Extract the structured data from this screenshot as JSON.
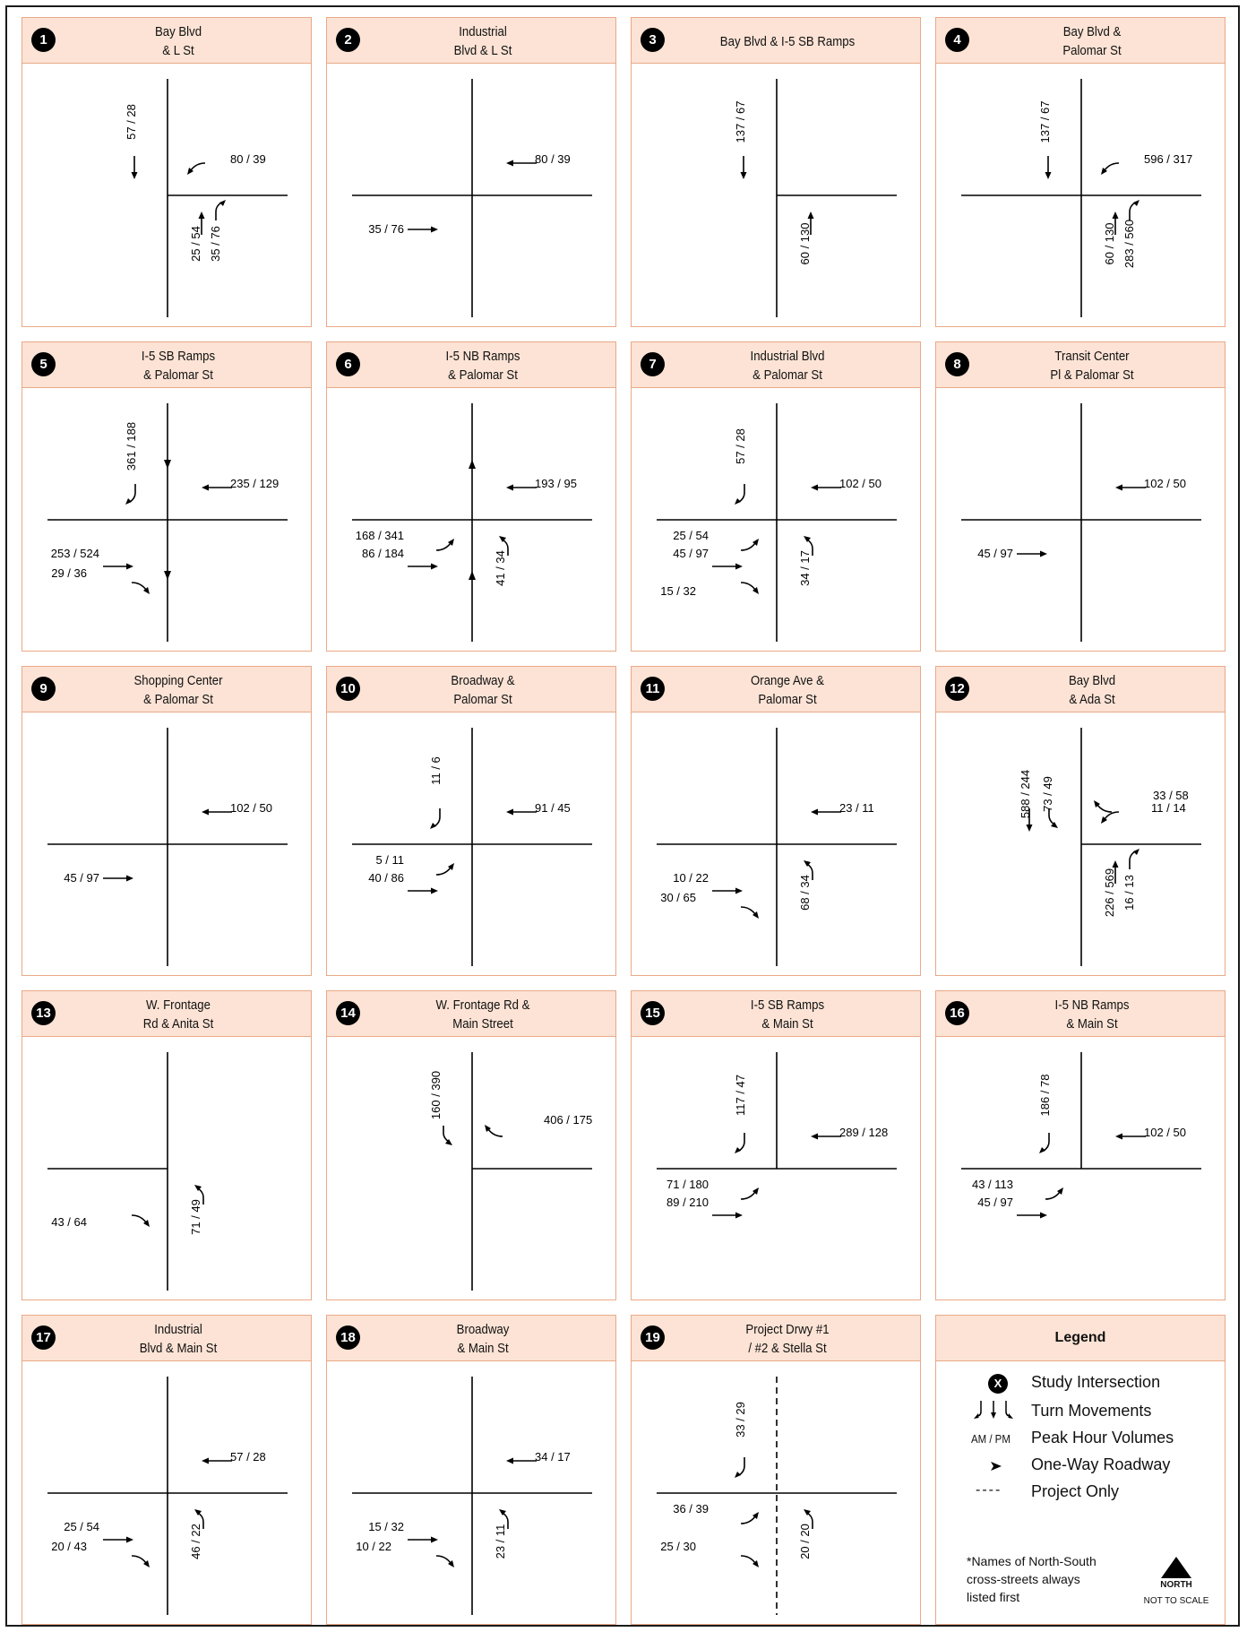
{
  "intersections": [
    {
      "num": "1",
      "title": [
        "Bay Blvd",
        "& L St"
      ],
      "ns": "solid",
      "ns_extent": "both",
      "ew_extent": "east",
      "arrows": [
        {
          "m": "ST",
          "dir": "S"
        },
        {
          "m": "L",
          "dir": "W"
        },
        {
          "m": "ST",
          "dir": "N"
        },
        {
          "m": "R",
          "dir": "N"
        }
      ],
      "labels": [
        {
          "t": "57 / 28",
          "k": "SB"
        },
        {
          "t": "80 / 39",
          "k": "WB_L"
        },
        {
          "t": "25 / 54",
          "k": "NB_1"
        },
        {
          "t": "35 / 76",
          "k": "NB_2"
        }
      ]
    },
    {
      "num": "2",
      "title": [
        "Industrial",
        "Blvd & L St"
      ],
      "ns": "solid",
      "ns_extent": "both",
      "ew_extent": "both",
      "arrows": [
        {
          "m": "ST",
          "dir": "W"
        },
        {
          "m": "ST",
          "dir": "E"
        }
      ],
      "labels": [
        {
          "t": "80 / 39",
          "k": "WB_T"
        },
        {
          "t": "35 / 76",
          "k": "EB_T1"
        }
      ]
    },
    {
      "num": "3",
      "title": [
        "Bay Blvd & I-5 SB Ramps"
      ],
      "ns": "solid",
      "ns_extent": "both",
      "ew_extent": "east",
      "arrows": [
        {
          "m": "ST",
          "dir": "S"
        },
        {
          "m": "ST",
          "dir": "N"
        }
      ],
      "labels": [
        {
          "t": "137 / 67",
          "k": "SB"
        },
        {
          "t": "60 / 130",
          "k": "NB_1"
        }
      ]
    },
    {
      "num": "4",
      "title": [
        "Bay Blvd &",
        "Palomar St"
      ],
      "ns": "solid",
      "ns_extent": "both",
      "ew_extent": "both",
      "arrows": [
        {
          "m": "ST",
          "dir": "S"
        },
        {
          "m": "L",
          "dir": "W"
        },
        {
          "m": "ST",
          "dir": "N"
        },
        {
          "m": "R",
          "dir": "N"
        }
      ],
      "labels": [
        {
          "t": "137 / 67",
          "k": "SB"
        },
        {
          "t": "596 / 317",
          "k": "WB_L"
        },
        {
          "t": "60 / 130",
          "k": "NB_1"
        },
        {
          "t": "283 / 560",
          "k": "NB_2"
        }
      ]
    },
    {
      "num": "5",
      "title": [
        "I-5 SB Ramps",
        "& Palomar St"
      ],
      "ns": "oneway_s",
      "ns_extent": "both",
      "ew_extent": "both",
      "arrows": [
        {
          "m": "R",
          "dir": "S"
        },
        {
          "m": "ST",
          "dir": "W"
        },
        {
          "m": "ST",
          "dir": "E"
        },
        {
          "m": "R",
          "dir": "E"
        }
      ],
      "labels": [
        {
          "t": "361 / 188",
          "k": "SB"
        },
        {
          "t": "235 / 129",
          "k": "WB_T"
        },
        {
          "t": "253 / 524",
          "k": "EB_T1"
        },
        {
          "t": "29 / 36",
          "k": "EB_R1"
        }
      ]
    },
    {
      "num": "6",
      "title": [
        "I-5 NB Ramps",
        "& Palomar St"
      ],
      "ns": "oneway_n",
      "ns_extent": "both",
      "ew_extent": "both",
      "arrows": [
        {
          "m": "ST",
          "dir": "W"
        },
        {
          "m": "L",
          "dir": "E"
        },
        {
          "m": "ST",
          "dir": "E"
        },
        {
          "m": "L",
          "dir": "N"
        }
      ],
      "labels": [
        {
          "t": "193 / 95",
          "k": "WB_T"
        },
        {
          "t": "168 / 341",
          "k": "EB_L0"
        },
        {
          "t": "86 / 184",
          "k": "EB_T1"
        },
        {
          "t": "41 / 34",
          "k": "NB_1"
        }
      ]
    },
    {
      "num": "7",
      "title": [
        "Industrial Blvd",
        "& Palomar St"
      ],
      "ns": "solid",
      "ns_extent": "both",
      "ew_extent": "both",
      "arrows": [
        {
          "m": "R",
          "dir": "S"
        },
        {
          "m": "ST",
          "dir": "W"
        },
        {
          "m": "L",
          "dir": "E"
        },
        {
          "m": "ST",
          "dir": "E"
        },
        {
          "m": "R",
          "dir": "E"
        },
        {
          "m": "L",
          "dir": "N"
        }
      ],
      "labels": [
        {
          "t": "57 / 28",
          "k": "SB"
        },
        {
          "t": "102 / 50",
          "k": "WB_T"
        },
        {
          "t": "25 / 54",
          "k": "EB_L0"
        },
        {
          "t": "45 / 97",
          "k": "EB_T1"
        },
        {
          "t": "15 / 32",
          "k": "EB_R2"
        },
        {
          "t": "34 / 17",
          "k": "NB_1"
        }
      ]
    },
    {
      "num": "8",
      "title": [
        "Transit Center",
        "Pl & Palomar St"
      ],
      "ns": "solid",
      "ns_extent": "both",
      "ew_extent": "both",
      "arrows": [
        {
          "m": "ST",
          "dir": "W"
        },
        {
          "m": "ST",
          "dir": "E"
        }
      ],
      "labels": [
        {
          "t": "102 / 50",
          "k": "WB_T"
        },
        {
          "t": "45 / 97",
          "k": "EB_T1"
        }
      ]
    },
    {
      "num": "9",
      "title": [
        "Shopping Center",
        "& Palomar St"
      ],
      "ns": "solid",
      "ns_extent": "both",
      "ew_extent": "both",
      "arrows": [
        {
          "m": "ST",
          "dir": "W"
        },
        {
          "m": "ST",
          "dir": "E"
        }
      ],
      "labels": [
        {
          "t": "102 / 50",
          "k": "WB_T"
        },
        {
          "t": "45 / 97",
          "k": "EB_T1"
        }
      ]
    },
    {
      "num": "10",
      "title": [
        "Broadway &",
        "Palomar St"
      ],
      "ns": "solid",
      "ns_extent": "both",
      "ew_extent": "both",
      "arrows": [
        {
          "m": "R",
          "dir": "S"
        },
        {
          "m": "ST",
          "dir": "W"
        },
        {
          "m": "L",
          "dir": "E"
        },
        {
          "m": "ST",
          "dir": "E"
        }
      ],
      "labels": [
        {
          "t": "11 / 6",
          "k": "SB"
        },
        {
          "t": "91 / 45",
          "k": "WB_T"
        },
        {
          "t": "5 / 11",
          "k": "EB_L0"
        },
        {
          "t": "40 / 86",
          "k": "EB_T1"
        }
      ]
    },
    {
      "num": "11",
      "title": [
        "Orange Ave &",
        "Palomar St"
      ],
      "ns": "solid",
      "ns_extent": "both",
      "ew_extent": "both",
      "arrows": [
        {
          "m": "ST",
          "dir": "W"
        },
        {
          "m": "ST",
          "dir": "E"
        },
        {
          "m": "R",
          "dir": "E"
        },
        {
          "m": "L",
          "dir": "N"
        }
      ],
      "labels": [
        {
          "t": "23 / 11",
          "k": "WB_T"
        },
        {
          "t": "10 / 22",
          "k": "EB_T1"
        },
        {
          "t": "30 / 65",
          "k": "EB_R1"
        },
        {
          "t": "68 / 34",
          "k": "NB_1"
        }
      ]
    },
    {
      "num": "12",
      "title": [
        "Bay Blvd",
        "& Ada St"
      ],
      "ns": "solid",
      "ns_extent": "both",
      "ew_extent": "east",
      "arrows": [
        {
          "m": "ST",
          "dir": "S"
        },
        {
          "m": "L",
          "dir": "S"
        },
        {
          "m": "R",
          "dir": "W"
        },
        {
          "m": "L",
          "dir": "W"
        },
        {
          "m": "ST",
          "dir": "N"
        },
        {
          "m": "R",
          "dir": "N"
        }
      ],
      "labels": [
        {
          "t": "588 / 244",
          "k": "SB_A"
        },
        {
          "t": "73 / 49",
          "k": "SB_B"
        },
        {
          "t": "33 / 58",
          "k": "WB_R"
        },
        {
          "t": "11 / 14",
          "k": "WB_L2"
        },
        {
          "t": "226 / 569",
          "k": "NB_1"
        },
        {
          "t": "16 / 13",
          "k": "NB_2"
        }
      ]
    },
    {
      "num": "13",
      "title": [
        "W. Frontage",
        "Rd & Anita St"
      ],
      "ns": "solid",
      "ns_extent": "both",
      "ew_extent": "west",
      "arrows": [
        {
          "m": "R",
          "dir": "E"
        },
        {
          "m": "L",
          "dir": "N"
        }
      ],
      "labels": [
        {
          "t": "43 / 64",
          "k": "EB_R1"
        },
        {
          "t": "71 / 49",
          "k": "NB_1"
        }
      ]
    },
    {
      "num": "14",
      "title": [
        "W. Frontage Rd &",
        "Main Street"
      ],
      "ns": "solid",
      "ns_extent": "both",
      "ew_extent": "east",
      "arrows": [
        {
          "m": "L",
          "dir": "S"
        },
        {
          "m": "R",
          "dir": "W"
        }
      ],
      "labels": [
        {
          "t": "160 / 390",
          "k": "SB"
        },
        {
          "t": "406 / 175",
          "k": "WB_R"
        }
      ]
    },
    {
      "num": "15",
      "title": [
        "I-5 SB Ramps",
        "& Main St"
      ],
      "ns": "solid",
      "ns_extent": "north",
      "ew_extent": "both",
      "arrows": [
        {
          "m": "R",
          "dir": "S"
        },
        {
          "m": "ST",
          "dir": "W"
        },
        {
          "m": "L",
          "dir": "E"
        },
        {
          "m": "ST",
          "dir": "E"
        }
      ],
      "labels": [
        {
          "t": "117 / 47",
          "k": "SB"
        },
        {
          "t": "289 / 128",
          "k": "WB_T"
        },
        {
          "t": "71 / 180",
          "k": "EB_L0"
        },
        {
          "t": "89 / 210",
          "k": "EB_T1"
        }
      ]
    },
    {
      "num": "16",
      "title": [
        "I-5 NB Ramps",
        "& Main St"
      ],
      "ns": "solid",
      "ns_extent": "north",
      "ew_extent": "both",
      "arrows": [
        {
          "m": "R",
          "dir": "S"
        },
        {
          "m": "ST",
          "dir": "W"
        },
        {
          "m": "L",
          "dir": "E"
        },
        {
          "m": "ST",
          "dir": "E"
        }
      ],
      "labels": [
        {
          "t": "186 / 78",
          "k": "SB"
        },
        {
          "t": "102 / 50",
          "k": "WB_T"
        },
        {
          "t": "43 / 113",
          "k": "EB_L0"
        },
        {
          "t": "45 / 97",
          "k": "EB_T1"
        }
      ]
    },
    {
      "num": "17",
      "title": [
        "Industrial",
        "Blvd & Main St"
      ],
      "ns": "solid",
      "ns_extent": "both",
      "ew_extent": "both",
      "arrows": [
        {
          "m": "ST",
          "dir": "W"
        },
        {
          "m": "ST",
          "dir": "E"
        },
        {
          "m": "R",
          "dir": "E"
        },
        {
          "m": "L",
          "dir": "N"
        }
      ],
      "labels": [
        {
          "t": "57 / 28",
          "k": "WB_T"
        },
        {
          "t": "25 / 54",
          "k": "EB_T1"
        },
        {
          "t": "20 / 43",
          "k": "EB_R1"
        },
        {
          "t": "46 / 22",
          "k": "NB_1"
        }
      ]
    },
    {
      "num": "18",
      "title": [
        "Broadway",
        "& Main St"
      ],
      "ns": "solid",
      "ns_extent": "both",
      "ew_extent": "both",
      "arrows": [
        {
          "m": "ST",
          "dir": "W"
        },
        {
          "m": "ST",
          "dir": "E"
        },
        {
          "m": "R",
          "dir": "E"
        },
        {
          "m": "L",
          "dir": "N"
        }
      ],
      "labels": [
        {
          "t": "34 / 17",
          "k": "WB_T"
        },
        {
          "t": "15 / 32",
          "k": "EB_T1"
        },
        {
          "t": "10 / 22",
          "k": "EB_R1"
        },
        {
          "t": "23 / 11",
          "k": "NB_1"
        }
      ]
    },
    {
      "num": "19",
      "title": [
        "Project Drwy #1",
        "/ #2 & Stella St"
      ],
      "ns": "dashed",
      "ns_extent": "both",
      "ew_extent": "both",
      "arrows": [
        {
          "m": "R",
          "dir": "S"
        },
        {
          "m": "L",
          "dir": "E"
        },
        {
          "m": "R",
          "dir": "E"
        },
        {
          "m": "L",
          "dir": "N"
        }
      ],
      "labels": [
        {
          "t": "33 / 29",
          "k": "SB"
        },
        {
          "t": "36 / 39",
          "k": "EB_L0"
        },
        {
          "t": "25 / 30",
          "k": "EB_R1"
        },
        {
          "t": "20 / 20",
          "k": "NB_1"
        }
      ]
    }
  ],
  "legend": {
    "title": "Legend",
    "badge": "X",
    "items": {
      "study": "Study Intersection",
      "turn": "Turn Movements",
      "amp_sym": "AM / PM",
      "peak": "Peak Hour Volumes",
      "oneway": "One-Way Roadway",
      "project": "Project Only",
      "project_sym": "----"
    },
    "note_lines": [
      "*Names of North-South",
      "cross-streets always",
      "listed first"
    ],
    "north": "NORTH",
    "nts": "NOT TO SCALE"
  }
}
